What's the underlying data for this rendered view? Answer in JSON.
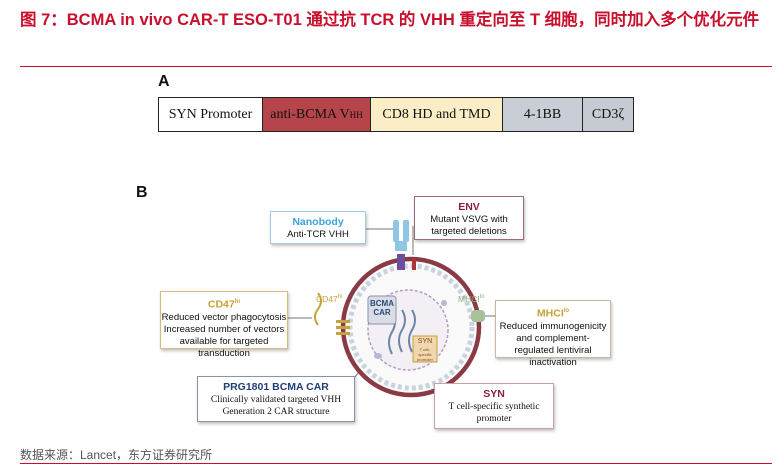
{
  "figure": {
    "title": "图 7：BCMA in vivo CAR-T ESO-T01 通过抗 TCR 的 VHH 重定向至 T 细胞，同时加入多个优化元件",
    "source": "数据来源：Lancet，东方证券研究所"
  },
  "panel_a": {
    "label": "A",
    "segments": [
      {
        "text": "SYN Promoter",
        "color": "#ffffff"
      },
      {
        "text": "anti-BCMA V",
        "sub": "HH",
        "color": "#b5454b"
      },
      {
        "text": "CD8 HD and TMD",
        "color": "#fbeec7"
      },
      {
        "text": "4-1BB",
        "color": "#c9cdd6"
      },
      {
        "text": "CD3ζ",
        "color": "#c5cad3"
      }
    ]
  },
  "panel_b": {
    "label": "B",
    "nanobody": {
      "title": "Nanobody",
      "line1": "Anti-TCR VHH",
      "color": "#3aa3d8"
    },
    "env": {
      "title": "ENV",
      "line1": "Mutant VSVG with",
      "line2": "targeted deletions",
      "color": "#8a1f3d"
    },
    "cd47": {
      "title": "CD47",
      "sup": "hi",
      "lines": [
        "Reduced vector phagocytosis",
        "Increased number of vectors",
        "available for targeted",
        "transduction"
      ],
      "color": "#c7a23a"
    },
    "mhci": {
      "title": "MHCI",
      "sup": "lo",
      "lines": [
        "Reduced immunogenicity",
        "and complement-",
        "regulated lentiviral",
        "inactivation"
      ],
      "color": "#c7a23a"
    },
    "prg": {
      "title": "PRG1801 BCMA CAR",
      "line1": "Clinically validated targeted VHH",
      "line2": "Generation 2 CAR structure",
      "color": "#1f3f7a"
    },
    "syn": {
      "title": "SYN",
      "line1": "T cell-specific synthetic",
      "line2": "promoter",
      "color": "#8a1f3d"
    },
    "virus_labels": {
      "cd47": "CD47",
      "cd47_sup": "hi",
      "mhci": "MHCI",
      "mhci_sup": "lo",
      "bcma": "BCMA",
      "car": "CAR",
      "syn": "SYN",
      "syn_detail": "T cell-specific promoter"
    }
  }
}
